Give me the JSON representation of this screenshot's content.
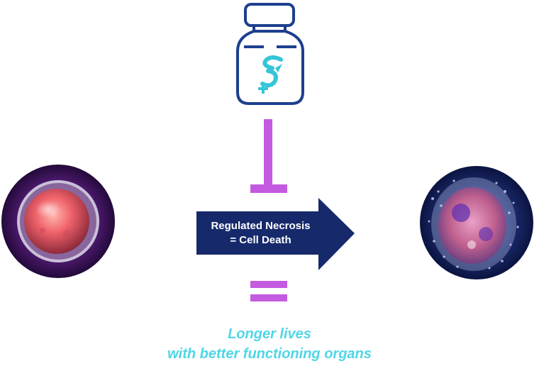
{
  "arrow": {
    "line1": "Regulated Necrosis",
    "line2": "= Cell Death"
  },
  "outcome": {
    "line1": "Longer lives",
    "line2": "with better functioning organs"
  },
  "colors": {
    "navy": "#16296b",
    "magenta": "#c45adf",
    "cyan": "#4fd6e6",
    "bottle_outline": "#1d3f8f",
    "logo": "#36c5d8"
  },
  "icons": {
    "medicine_bottle": "medicine-bottle-icon",
    "inhibition": "inhibition-bar-icon",
    "equals": "equals-sign-icon",
    "healthy_cell": "healthy-cell-image",
    "necrotic_cell": "necrotic-cell-image"
  }
}
